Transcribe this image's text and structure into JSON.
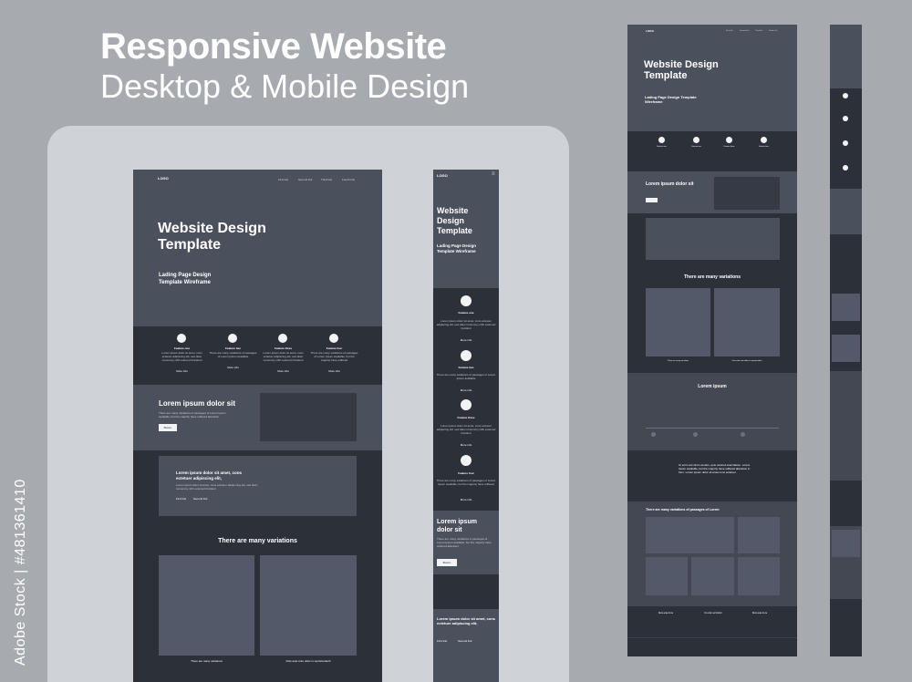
{
  "headline": {
    "title": "Responsive Website",
    "subtitle": "Desktop & Mobile Design"
  },
  "watermark": "Adobe Stock | #481361410",
  "desktop": {
    "logo": "LOGO",
    "nav": [
      "First link",
      "Second link",
      "Third link",
      "Fourth link"
    ],
    "hero_title": "Website Design Template",
    "hero_sub": "Lading Page Design Template Wireframe",
    "features": [
      {
        "title": "Feature one",
        "text": "Lorem ipsum dolor sit amet, cons ectetuer adipiscing elit, sed diam nonummy nibh euismod tincidunt",
        "link": "More info"
      },
      {
        "title": "Feature two",
        "text": "There are many variations of passages of Lorem Ipsum available",
        "link": "More info"
      },
      {
        "title": "Feature three",
        "text": "Lorem ipsum dolor sit amet, cons ectetuer adipiscing elit, sed diam nonummy nibh euismod tincidunt",
        "link": "More info"
      },
      {
        "title": "Feature four",
        "text": "There are many variations of passages of Lorem Ipsum available, but the majority have suffered",
        "link": "More info"
      }
    ],
    "lorem_title": "Lorem ipsum dolor sit",
    "lorem_text": "There are many variations of passages of Lorem Ipsum available, but the majority have suffered alteration.",
    "button": "Button",
    "card_title": "Lorem ipsum dolor sit amet, cons ectetuer adipiscing elit,",
    "card_text": "Lorem ipsum dolor sit amet, cons ectetuer adipis cing elit, sed diam nonummy nibh euismod tincidunt",
    "card_link1": "First link",
    "card_link2": "Second link",
    "variations_title": "There are many variations",
    "gallery_cap1": "There are many variations",
    "gallery_cap2": "Duis aute irure dolor in reprehenderit"
  },
  "mobile": {
    "logo": "LOGO",
    "hero_title": "Website Design Template",
    "hero_sub": "Lading Page Design Template Wireframe",
    "features": [
      {
        "title": "Feature one",
        "text": "Lorem ipsum dolor sit amet, cons ectetuer adipiscing elit, sed diam nonummy nibh euismod tincidunt",
        "link": "More info"
      },
      {
        "title": "Feature two",
        "text": "There are many variations of passages of Lorem Ipsum available",
        "link": "More info"
      },
      {
        "title": "Feature three",
        "text": "Lorem ipsum dolor sit amet, cons ectetuer adipiscing elit, sed diam nonummy nibh euismod tincidunt",
        "link": "More info"
      },
      {
        "title": "Feature four",
        "text": "There are many variations of passages of Lorem Ipsum available, but the majority have suffered",
        "link": "More info"
      }
    ],
    "lorem_title": "Lorem ipsum dolor sit",
    "lorem_text": "There are many variations of passages of Lorem Ipsum available, but the majority have suffered alteration.",
    "button": "Button",
    "card_title": "Lorem ipsum dolor sit amet, cons ectetuer adipiscing elit,",
    "card_link1": "First link",
    "card_link2": "Second link"
  },
  "desktop_full": {
    "logo": "LOGO",
    "nav": [
      "First link",
      "Second link",
      "Third link",
      "Fourth link"
    ],
    "hero_title": "Website Design Template",
    "hero_sub": "Lading Page Design Template Wireframe",
    "features": [
      "Feature one",
      "Feature two",
      "Feature three",
      "Feature four"
    ],
    "lorem_title": "Lorem ipsum dolor sit",
    "variations_title": "There are many variations",
    "gallery_cap1": "There are many variations",
    "gallery_cap2": "Duis aute irure dolor in reprehenderit",
    "lorem_ipsum": "Lorem ipsum",
    "quote": "Ut enim ad minim veniam, quis nostrud exercitation. Lorem Ipsum available, but the majority have suffered alteration in form. Lorem ipsum dolor sit amet cons ectetuer.",
    "passages_title": "There are many variations of passages of Lorem",
    "footer_cols": [
      "Duis aute irure",
      "Ut enim ad minim",
      "Duis aute irure"
    ]
  }
}
